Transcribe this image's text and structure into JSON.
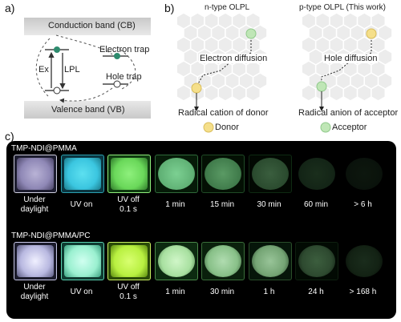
{
  "panel_a": {
    "letter": "a)",
    "conduction_band": "Conduction band (CB)",
    "valence_band": "Valence band (VB)",
    "electron_trap": "Electron trap",
    "hole_trap": "Hole trap",
    "ex_label": "Ex",
    "lpl_label": "LPL"
  },
  "panel_b": {
    "letter": "b)",
    "left_title": "n-type OLPL",
    "right_title": "p-type OLPL (This work)",
    "electron_diffusion": "Electron diffusion",
    "hole_diffusion": "Hole diffusion",
    "radical_cation": "Radical cation of donor",
    "radical_anion": "Radical anion of acceptor",
    "legend_donor": "Donor",
    "legend_acceptor": "Acceptor",
    "donor_color": "#f5df8a",
    "acceptor_color": "#bfe6b6"
  },
  "panel_c": {
    "letter": "c)",
    "rows": [
      {
        "title": "TMP-NDI@PMMA",
        "captions": [
          [
            "Under",
            "daylight"
          ],
          [
            "UV on",
            ""
          ],
          [
            "UV off",
            "0.1 s"
          ],
          [
            "1 min",
            ""
          ],
          [
            "15 min",
            ""
          ],
          [
            "30 min",
            ""
          ],
          [
            "60 min",
            ""
          ],
          [
            "> 6 h",
            ""
          ]
        ]
      },
      {
        "title": "TMP-NDI@PMMA/PC",
        "captions": [
          [
            "Under",
            "daylight"
          ],
          [
            "UV on",
            ""
          ],
          [
            "UV off",
            "0.1 s"
          ],
          [
            "1 min",
            ""
          ],
          [
            "30 min",
            ""
          ],
          [
            "1 h",
            ""
          ],
          [
            "24 h",
            ""
          ],
          [
            "> 168 h",
            ""
          ]
        ]
      }
    ]
  }
}
